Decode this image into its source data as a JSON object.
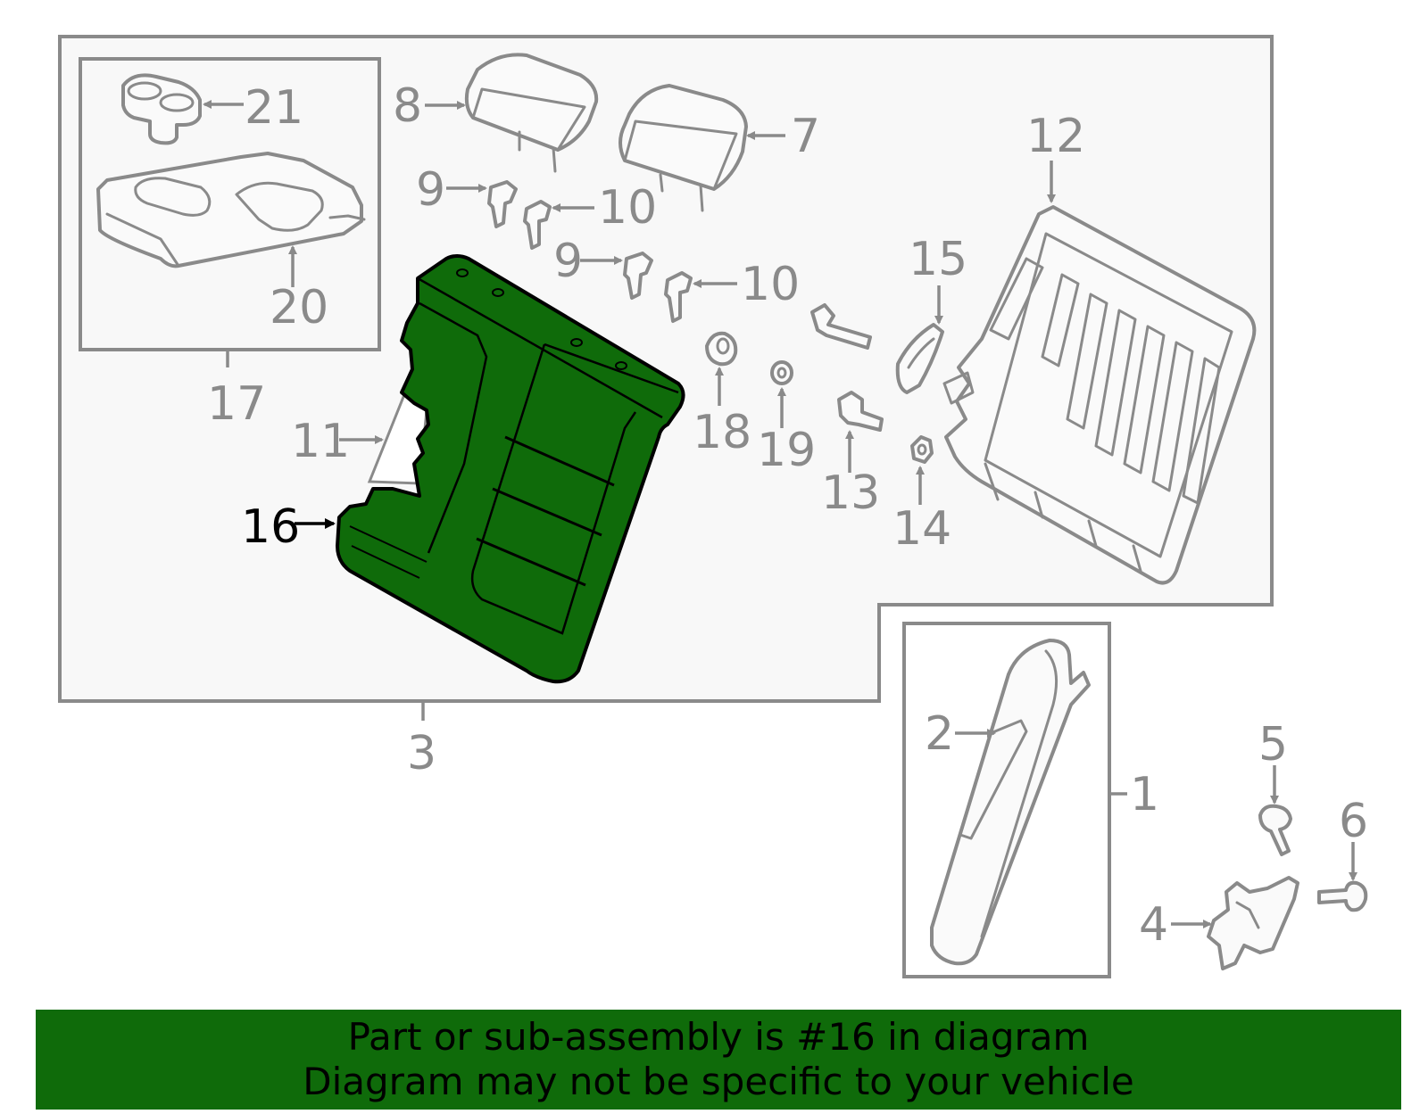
{
  "labels": {
    "l1": "1",
    "l2": "2",
    "l3": "3",
    "l4": "4",
    "l5": "5",
    "l6": "6",
    "l7": "7",
    "l8": "8",
    "l9a": "9",
    "l9b": "9",
    "l10a": "10",
    "l10b": "10",
    "l11": "11",
    "l12": "12",
    "l13": "13",
    "l14": "14",
    "l15": "15",
    "l16": "16",
    "l17": "17",
    "l18": "18",
    "l19": "19",
    "l20": "20",
    "l21": "21"
  },
  "highlight": {
    "part": "16",
    "color": "#0f6b0a"
  },
  "banner": {
    "line1": "Part or sub-assembly is #16 in diagram",
    "line2": "Diagram may not be specific to your vehicle",
    "background": "#0f6b0a"
  }
}
